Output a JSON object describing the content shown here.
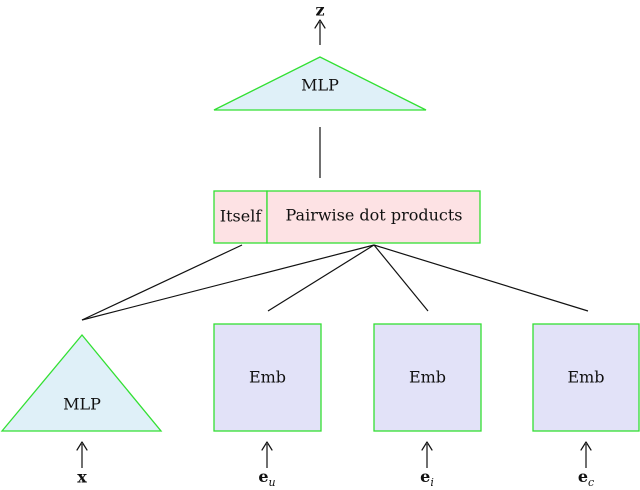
{
  "colors": {
    "border_green": "#33e033",
    "mlp_fill": "#dff0f8",
    "interaction_fill": "#fde2e4",
    "emb_fill": "#e2e2f8",
    "line": "#111111"
  },
  "nodes": {
    "top_mlp": {
      "label": "MLP"
    },
    "interaction": {
      "itself_label": "Itself",
      "pairwise_label": "Pairwise dot products"
    },
    "bottom_mlp": {
      "label": "MLP"
    },
    "emb_u": {
      "label": "Emb"
    },
    "emb_i": {
      "label": "Emb"
    },
    "emb_c": {
      "label": "Emb"
    }
  },
  "variables": {
    "output": {
      "main": "z",
      "sub": ""
    },
    "input_x": {
      "main": "x",
      "sub": ""
    },
    "input_u": {
      "main": "e",
      "sub": "u"
    },
    "input_i": {
      "main": "e",
      "sub": "i"
    },
    "input_c": {
      "main": "e",
      "sub": "c"
    }
  }
}
